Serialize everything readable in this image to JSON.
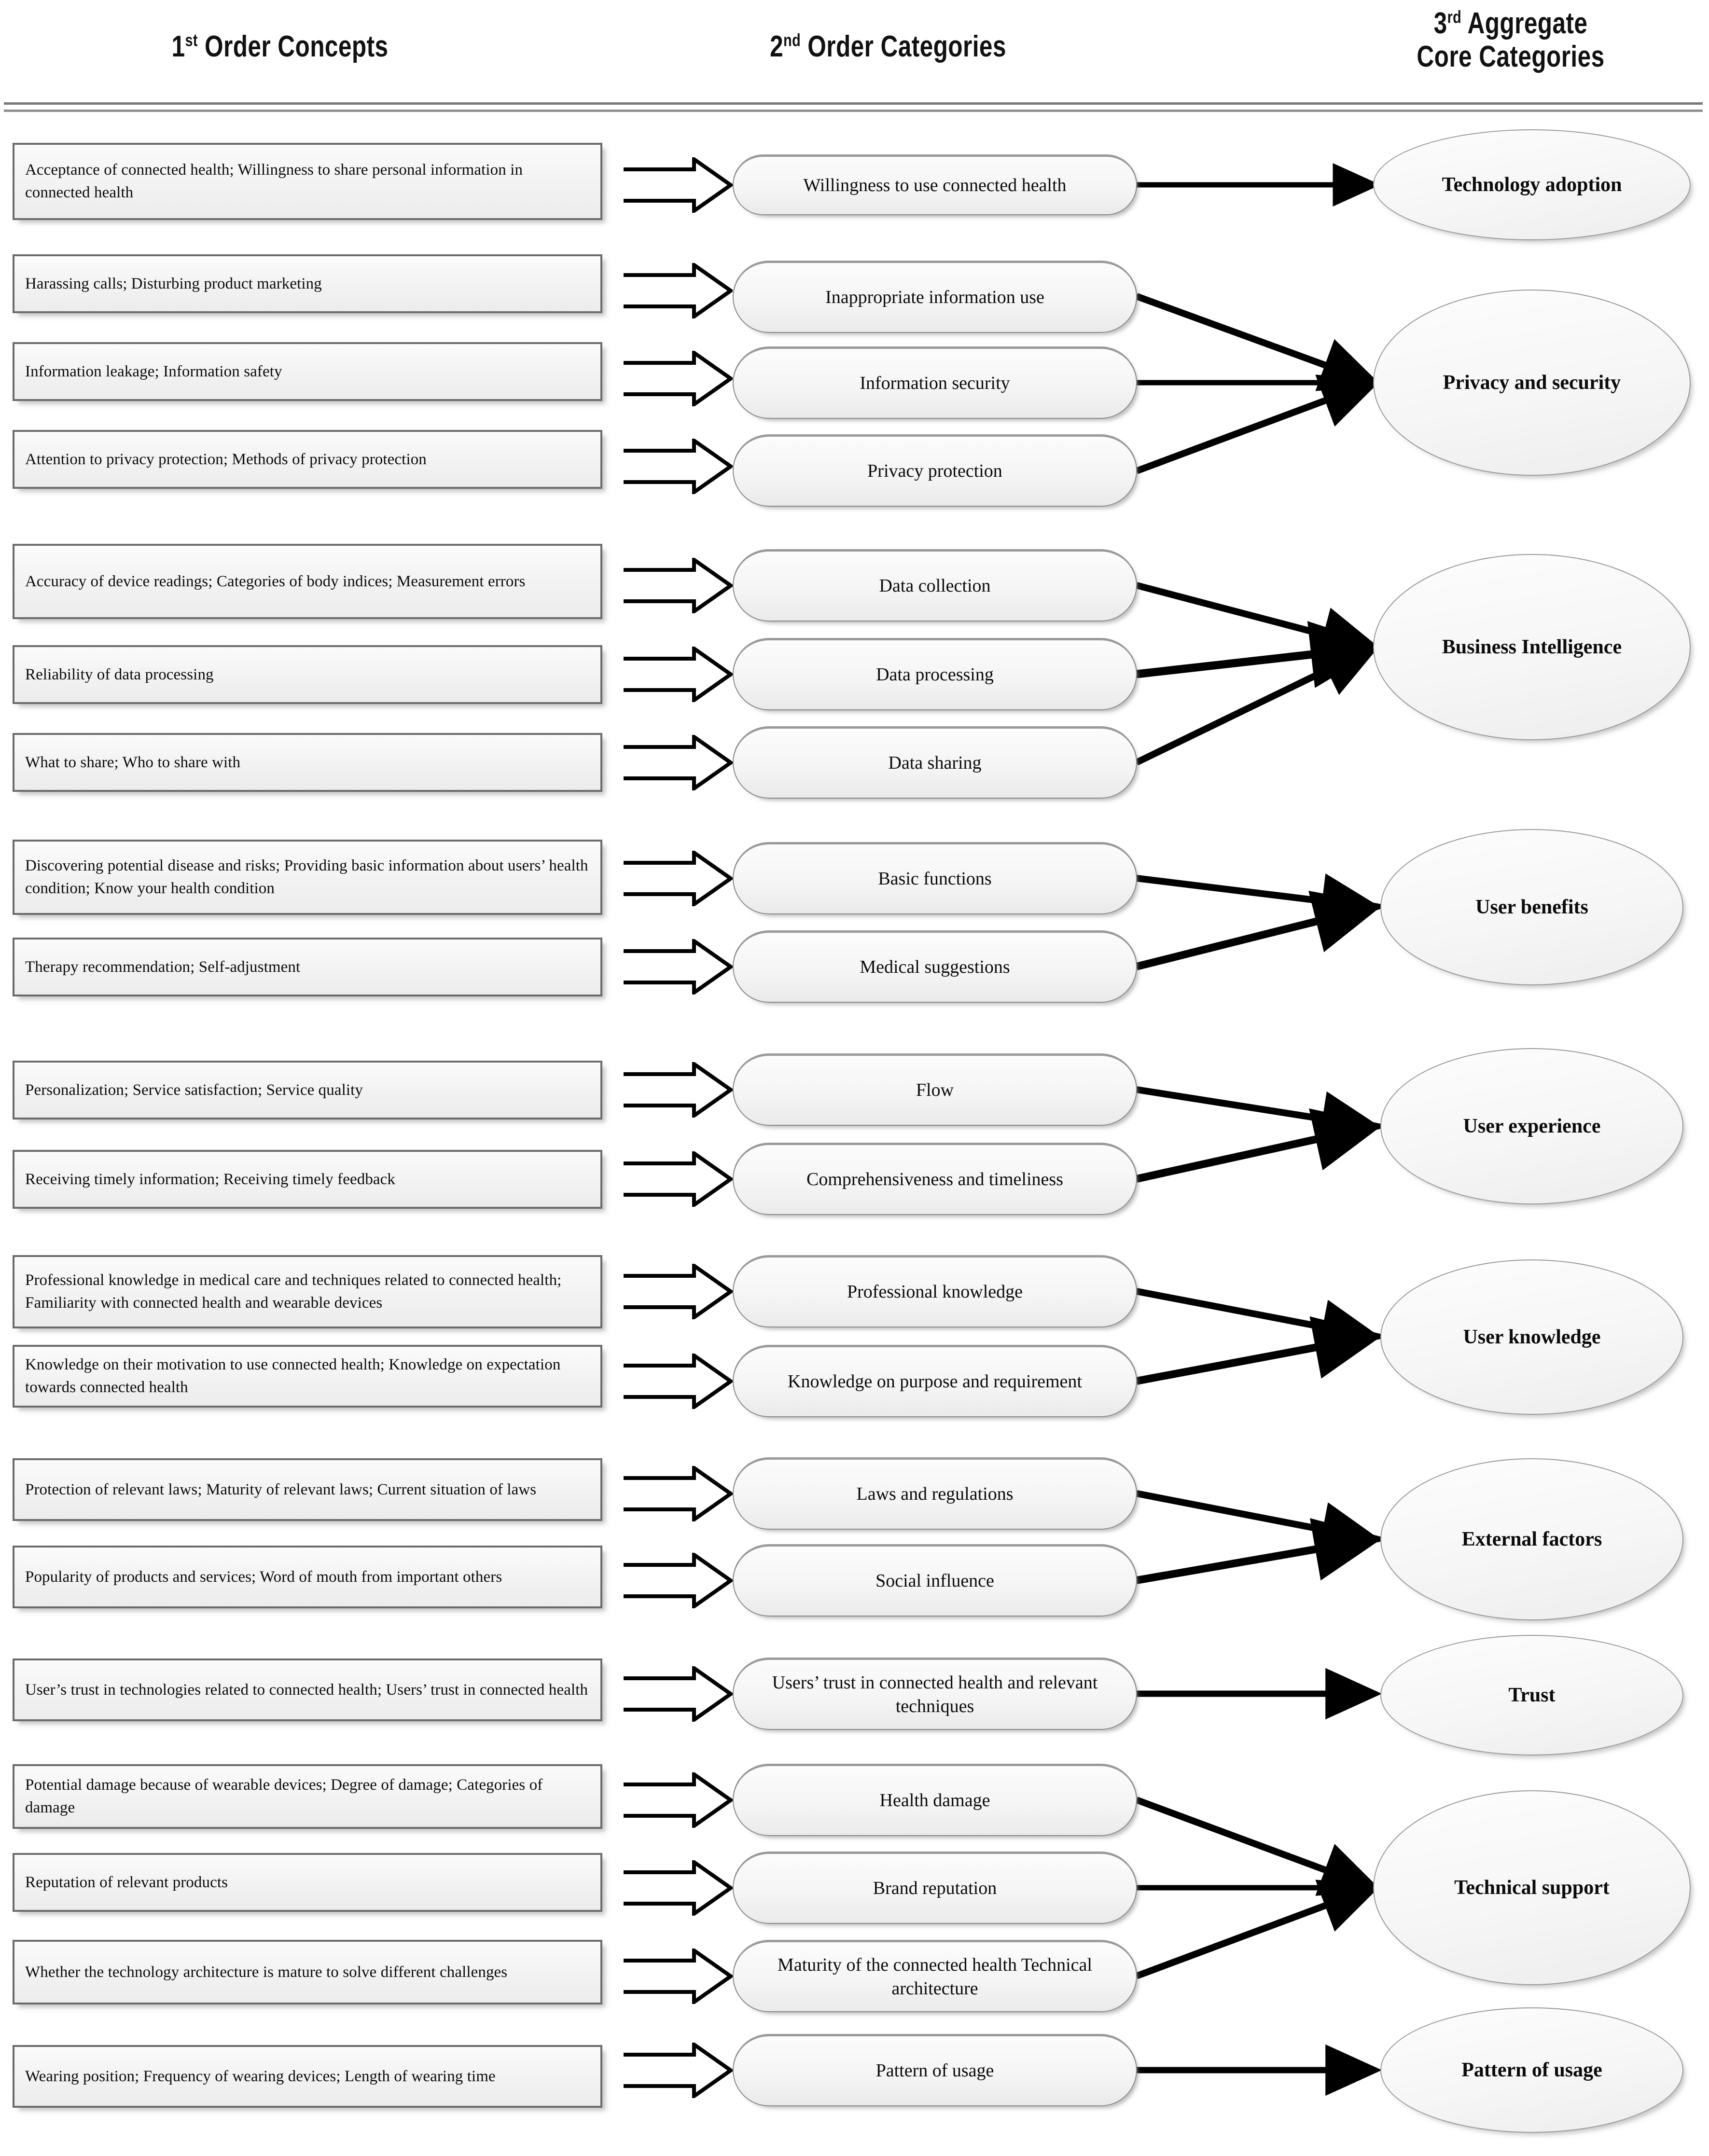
{
  "headers": {
    "col1": {
      "ordinal": "1",
      "sup": "st",
      "rest": " Order Concepts"
    },
    "col2": {
      "ordinal": "2",
      "sup": "nd",
      "rest": " Order Categories"
    },
    "col3": {
      "ordinal": "3",
      "sup": "rd",
      "rest": " Aggregate",
      "line2": "Core Categories"
    }
  },
  "concepts": [
    {
      "id": "c1",
      "text": "Acceptance of connected health; Willingness to share personal information in connected health"
    },
    {
      "id": "c2",
      "text": "Harassing calls; Disturbing product marketing"
    },
    {
      "id": "c3",
      "text": "Information leakage; Information safety"
    },
    {
      "id": "c4",
      "text": "Attention to privacy protection; Methods of privacy protection"
    },
    {
      "id": "c5",
      "text": "Accuracy of device readings; Categories of body indices; Measurement errors"
    },
    {
      "id": "c6",
      "text": "Reliability of data processing"
    },
    {
      "id": "c7",
      "text": "What to share; Who to share with"
    },
    {
      "id": "c8",
      "text": "Discovering potential disease and risks; Providing basic information about users’ health condition; Know your health condition"
    },
    {
      "id": "c9",
      "text": "Therapy recommendation; Self-adjustment"
    },
    {
      "id": "c10",
      "text": "Personalization; Service satisfaction; Service quality"
    },
    {
      "id": "c11",
      "text": "Receiving timely information; Receiving timely feedback"
    },
    {
      "id": "c12",
      "text": "Professional knowledge in medical care and techniques related to connected health; Familiarity with connected health and wearable devices"
    },
    {
      "id": "c13",
      "text": "Knowledge on their motivation to use connected health; Knowledge on expectation towards connected health"
    },
    {
      "id": "c14",
      "text": "Protection of relevant laws; Maturity of relevant laws; Current situation of laws"
    },
    {
      "id": "c15",
      "text": "Popularity of products and services; Word of mouth from important others"
    },
    {
      "id": "c16",
      "text": "User’s trust in technologies related to connected health; Users’ trust in connected health"
    },
    {
      "id": "c17",
      "text": "Potential damage because of wearable devices; Degree of damage; Categories of damage"
    },
    {
      "id": "c18",
      "text": "Reputation of relevant products"
    },
    {
      "id": "c19",
      "text": "Whether the technology architecture is mature to solve different challenges"
    },
    {
      "id": "c20",
      "text": "Wearing position; Frequency of wearing devices; Length of wearing time"
    }
  ],
  "categories": [
    {
      "id": "k1",
      "text": "Willingness to use connected health"
    },
    {
      "id": "k2",
      "text": "Inappropriate information use"
    },
    {
      "id": "k3",
      "text": "Information security"
    },
    {
      "id": "k4",
      "text": "Privacy protection"
    },
    {
      "id": "k5",
      "text": "Data collection"
    },
    {
      "id": "k6",
      "text": "Data processing"
    },
    {
      "id": "k7",
      "text": "Data sharing"
    },
    {
      "id": "k8",
      "text": "Basic functions"
    },
    {
      "id": "k9",
      "text": "Medical suggestions"
    },
    {
      "id": "k10",
      "text": "Flow"
    },
    {
      "id": "k11",
      "text": "Comprehensiveness and timeliness"
    },
    {
      "id": "k12",
      "text": "Professional knowledge"
    },
    {
      "id": "k13",
      "text": "Knowledge on purpose and requirement"
    },
    {
      "id": "k14",
      "text": "Laws and regulations"
    },
    {
      "id": "k15",
      "text": "Social influence"
    },
    {
      "id": "k16",
      "text": "Users’ trust in connected health and relevant techniques"
    },
    {
      "id": "k17",
      "text": "Health damage"
    },
    {
      "id": "k18",
      "text": "Brand reputation"
    },
    {
      "id": "k19",
      "text": "Maturity of the connected health Technical architecture"
    },
    {
      "id": "k20",
      "text": "Pattern of usage"
    }
  ],
  "aggregates": [
    {
      "id": "a1",
      "text": "Technology adoption"
    },
    {
      "id": "a2",
      "text": "Privacy and security"
    },
    {
      "id": "a3",
      "text": "Business Intelligence"
    },
    {
      "id": "a4",
      "text": "User benefits"
    },
    {
      "id": "a5",
      "text": "User experience"
    },
    {
      "id": "a6",
      "text": "User knowledge"
    },
    {
      "id": "a7",
      "text": "External factors"
    },
    {
      "id": "a8",
      "text": "Trust"
    },
    {
      "id": "a9",
      "text": "Technical support"
    },
    {
      "id": "a10",
      "text": "Pattern of usage"
    }
  ],
  "colors": {
    "box_border": "#6b6b6b",
    "pill_border": "#8a8a8a",
    "ellipse_border": "#9a9a9a",
    "connector": "#000000",
    "rule": "#7a7a7a",
    "text": "#0b0b0b"
  }
}
